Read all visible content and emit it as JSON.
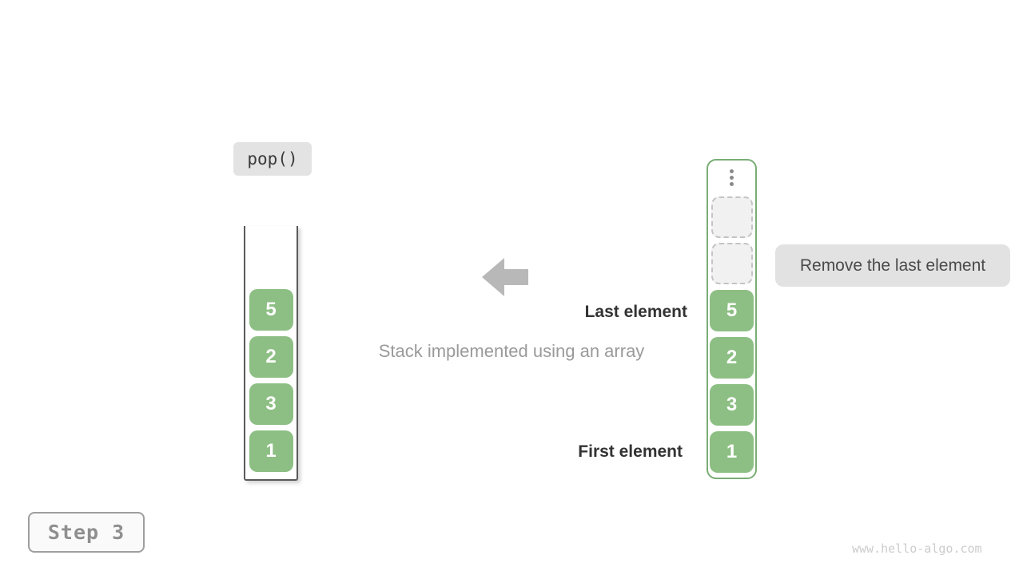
{
  "operation": {
    "label": "pop()"
  },
  "caption": "Stack implemented using an array",
  "annotations": {
    "last_element": "Last element",
    "first_element": "First element",
    "remove_tooltip": "Remove the last element"
  },
  "left_stack": {
    "values": [
      "5",
      "2",
      "3",
      "1"
    ]
  },
  "right_stack": {
    "values": [
      "5",
      "2",
      "3",
      "1"
    ],
    "empty_slot_count": 2,
    "has_ellipsis": true
  },
  "step": {
    "label": "Step 3"
  },
  "watermark": "www.hello-algo.com",
  "colors": {
    "element_green": "#8dbf84",
    "array_border_green": "#79ad75",
    "element_text": "#ffffff",
    "label_gray_bg": "#e3e3e3",
    "tooltip_bg": "#e2e2e2",
    "arrow_gray": "#b8b8b8",
    "dark_text": "#333333",
    "muted_text": "#9a9a9a",
    "tube_border": "#5a5a5a",
    "watermark_gray": "#cccccc"
  }
}
